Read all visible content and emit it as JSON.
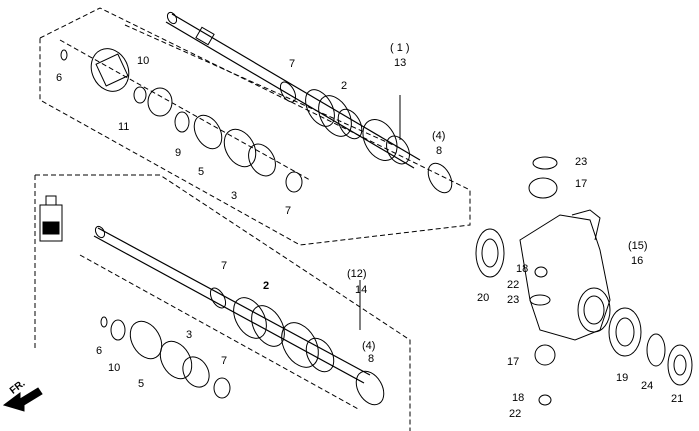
{
  "direction_label": "FR.",
  "upper_assembly": {
    "callout_group": "( 1 )",
    "callout_main": "13",
    "left_parts": [
      "6",
      "10",
      "11",
      "9",
      "5",
      "3",
      "7"
    ],
    "shaft_parts": [
      "7",
      "2"
    ],
    "right_group": "(4)",
    "right_part": "8"
  },
  "lower_assembly": {
    "callout_group": "(12)",
    "callout_main": "14",
    "left_parts": [
      "6",
      "10",
      "5",
      "3",
      "7"
    ],
    "shaft_parts": [
      "7",
      "2"
    ],
    "right_group": "(4)",
    "right_part": "8"
  },
  "knuckle_assembly": {
    "callout_group": "(15)",
    "callout_main": "16",
    "parts": [
      "23",
      "17",
      "18",
      "22",
      "23",
      "20",
      "17",
      "18",
      "22",
      "19",
      "24",
      "21"
    ]
  }
}
